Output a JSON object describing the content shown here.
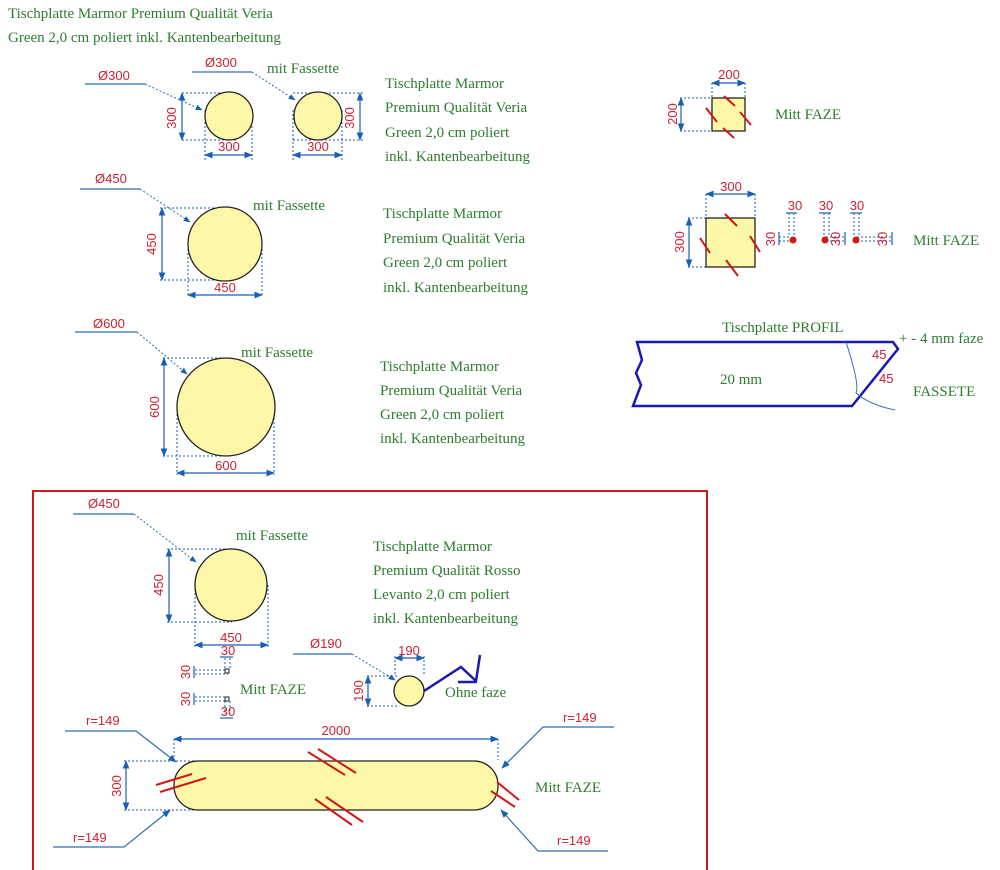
{
  "header": {
    "line1": "Tischplatte Marmor Premium Qualität Veria",
    "line2": "Green 2,0 cm poliert inkl. Kantenbearbeitung"
  },
  "notes": {
    "veria": [
      "Tischplatte Marmor",
      "Premium Qualität Veria",
      "Green 2,0 cm poliert",
      "inkl. Kantenbearbeitung"
    ],
    "rosso": [
      "Tischplatte Marmor",
      "Premium Qualität Rosso",
      "Levanto 2,0 cm poliert",
      "inkl. Kantenbearbeitung"
    ],
    "mit_fassette": "mit Fassette",
    "mitt_faze": "Mitt FAZE",
    "ohne_faze": "Ohne faze"
  },
  "circles": {
    "c300a": {
      "diameter": "Ø300",
      "h": "300",
      "w": "300"
    },
    "c300b": {
      "diameter": "Ø300",
      "h": "300",
      "w": "300"
    },
    "c450": {
      "diameter": "Ø450",
      "h": "450",
      "w": "450"
    },
    "c600": {
      "diameter": "Ø600",
      "h": "600",
      "w": "600"
    },
    "c450r": {
      "diameter": "Ø450",
      "h": "450",
      "w": "450"
    },
    "c190": {
      "diameter": "Ø190",
      "h": "190",
      "w": "190"
    }
  },
  "squares": {
    "s200": {
      "w": "200",
      "h": "200"
    },
    "s300": {
      "w": "300",
      "h": "300"
    },
    "detail": "30"
  },
  "profile": {
    "title": "Tischplatte PROFIL",
    "thickness": "20 mm",
    "faze": "+ - 4 mm faze",
    "angle1": "45",
    "angle2": "45",
    "label": "FASSETE"
  },
  "slot": {
    "length": "2000",
    "height": "300",
    "r_tl": "r=149",
    "r_bl": "r=149",
    "r_tr": "r=149",
    "r_br": "r=149"
  },
  "small_detail": {
    "d1": "30",
    "d2": "30",
    "d3": "30",
    "d4": "30"
  },
  "colors": {
    "note": "#2e7d2e",
    "dimension": "#cc2233",
    "dimline": "#1a5fb4",
    "part": "#fdf7a8",
    "frame": "#d01818",
    "profile": "#1a1ab0"
  }
}
